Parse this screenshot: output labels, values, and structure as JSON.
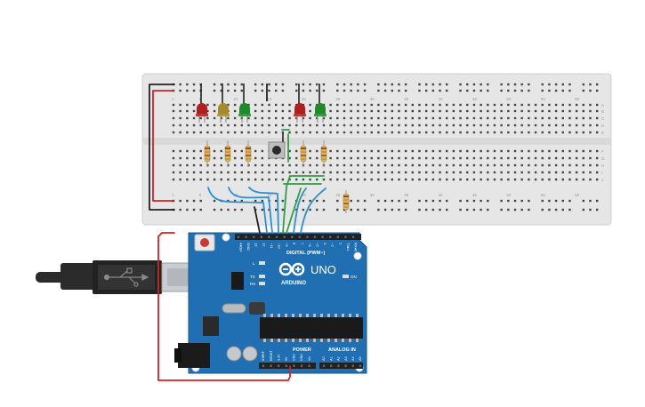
{
  "breadboard": {
    "column_numbers": [
      "1",
      "5",
      "10",
      "15",
      "20",
      "25",
      "30",
      "35",
      "40",
      "45",
      "50",
      "55",
      "60"
    ],
    "row_letters_top": [
      "A",
      "B",
      "C",
      "D",
      "E"
    ],
    "row_letters_bottom": [
      "F",
      "G",
      "H",
      "I",
      "J"
    ]
  },
  "leds": [
    {
      "color": "red",
      "hex": "#b21d1d"
    },
    {
      "color": "yellow",
      "hex": "#a48b2a"
    },
    {
      "color": "green",
      "hex": "#1f8a2a"
    },
    {
      "color": "red",
      "hex": "#b21d1d"
    },
    {
      "color": "green",
      "hex": "#1f8a2a"
    }
  ],
  "arduino": {
    "brand": "ARDUINO",
    "model": "UNO",
    "digital_header_label": "DIGITAL (PWM~)",
    "power_header_label": "POWER",
    "analog_header_label": "ANALOG IN",
    "on_label": "ON",
    "led_labels": [
      "L",
      "TX",
      "RX"
    ],
    "digital_pins": [
      "AREF",
      "GND",
      "13",
      "12",
      "~11",
      "~10",
      "~9",
      "8",
      "7",
      "~6",
      "~5",
      "4",
      "~3",
      "2",
      "TX▸1",
      "RX◂0"
    ],
    "power_pins": [
      "IOREF",
      "RESET",
      "3.3V",
      "5V",
      "GND",
      "GND",
      "Vin"
    ],
    "analog_pins": [
      "A0",
      "A1",
      "A2",
      "A3",
      "A4",
      "A5"
    ]
  },
  "colors": {
    "board": "#1f6fb2",
    "board_dark": "#17578d",
    "breadboard": "#e6e6e6",
    "wire_red": "#d32222",
    "wire_black": "#222222",
    "wire_blue": "#2b8fd6",
    "wire_green": "#2ea043",
    "cable": "#2b2b2b"
  },
  "icons": [
    "usb-cable-icon",
    "pushbutton-icon",
    "resistor-icon",
    "led-icon",
    "arduino-logo-icon"
  ]
}
